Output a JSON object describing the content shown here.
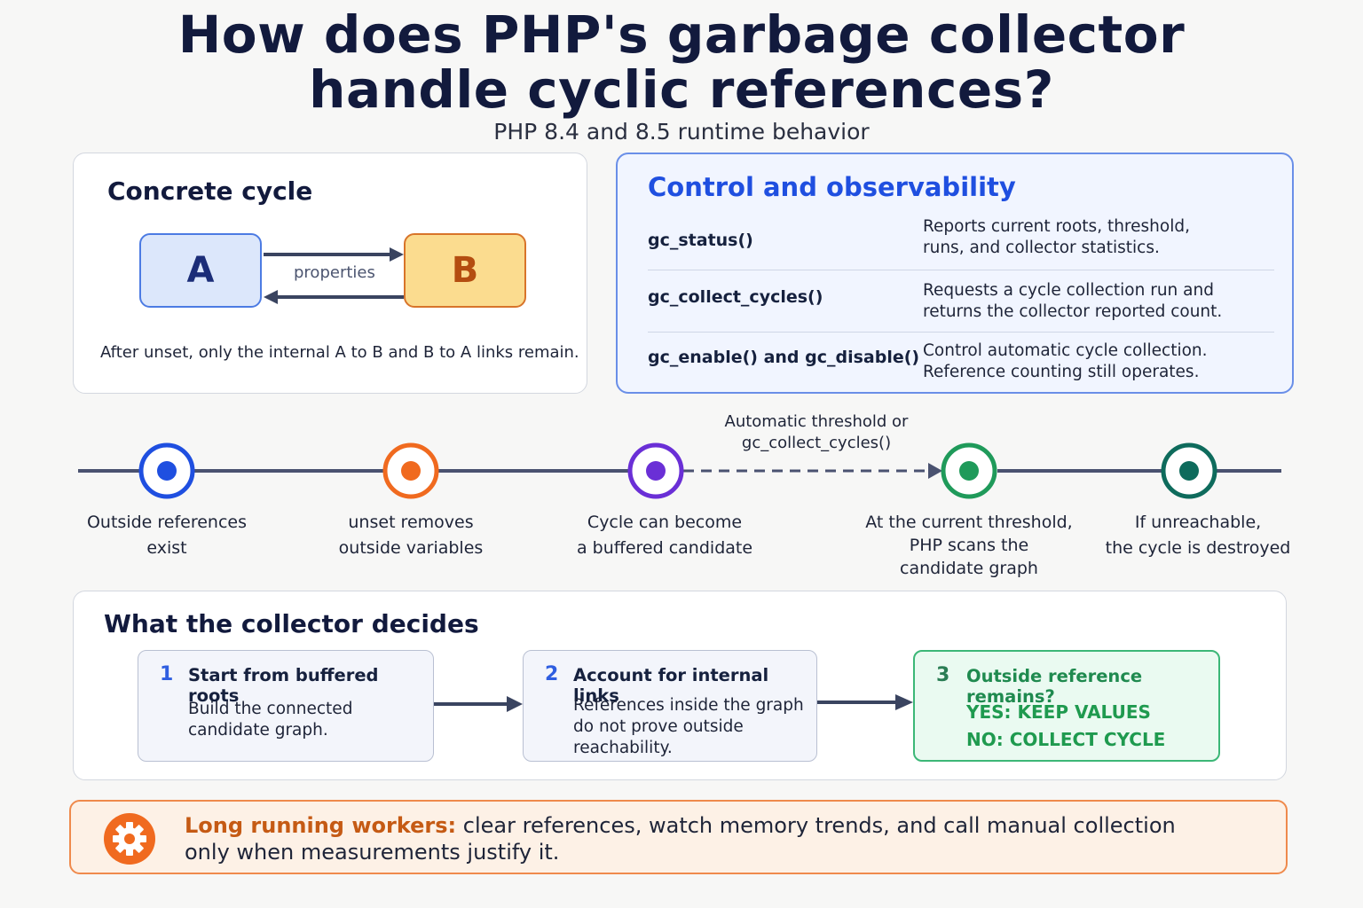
{
  "title_line1": "How does PHP's garbage collector",
  "title_line2": "handle cyclic references?",
  "subtitle": "PHP 8.4 and 8.5 runtime behavior",
  "cycle_panel": {
    "heading": "Concrete cycle",
    "node_a": "A",
    "node_b": "B",
    "arrow_label": "properties",
    "caption": "After unset, only the internal A to B and B to A links remain."
  },
  "control_panel": {
    "heading": "Control and observability",
    "rows": [
      {
        "fn": "gc_status()",
        "desc1": "Reports current roots, threshold,",
        "desc2": "runs, and collector statistics."
      },
      {
        "fn": "gc_collect_cycles()",
        "desc1": "Requests a cycle collection run and",
        "desc2": "returns the collector reported count."
      },
      {
        "fn": "gc_enable() and gc_disable()",
        "desc1": "Control automatic cycle collection.",
        "desc2": "Reference counting still operates."
      }
    ]
  },
  "timeline": {
    "annotation_line1": "Automatic threshold or",
    "annotation_line2": "gc_collect_cycles()",
    "steps": [
      {
        "line1": "Outside references",
        "line2": "exist",
        "line3": "",
        "color": "#1f4fe0"
      },
      {
        "line1": "unset removes",
        "line2": "outside variables",
        "line3": "",
        "color": "#f06a1f"
      },
      {
        "line1": "Cycle can become",
        "line2": "a buffered candidate",
        "line3": "",
        "color": "#6a2fd6"
      },
      {
        "line1": "At the current threshold,",
        "line2": "PHP scans the",
        "line3": "candidate graph",
        "color": "#1f9a5a"
      },
      {
        "line1": "If unreachable,",
        "line2": "the cycle is destroyed",
        "line3": "",
        "color": "#0e6b5c"
      }
    ]
  },
  "decide_panel": {
    "heading": "What the collector decides",
    "steps": [
      {
        "num": "1",
        "title": "Start from buffered roots",
        "body1": "Build the connected",
        "body2": "candidate graph.",
        "body3": ""
      },
      {
        "num": "2",
        "title": "Account for internal links",
        "body1": "References inside the graph",
        "body2": "do not prove outside",
        "body3": "reachability."
      },
      {
        "num": "3",
        "title": "Outside reference remains?",
        "yes": "YES: KEEP VALUES",
        "no": "NO: COLLECT CYCLE"
      }
    ]
  },
  "banner": {
    "label": "Long running workers:",
    "text_line1": "clear references, watch memory trends, and call manual collection",
    "text_line2": "only when measurements justify it.",
    "icon": "gear-icon"
  }
}
